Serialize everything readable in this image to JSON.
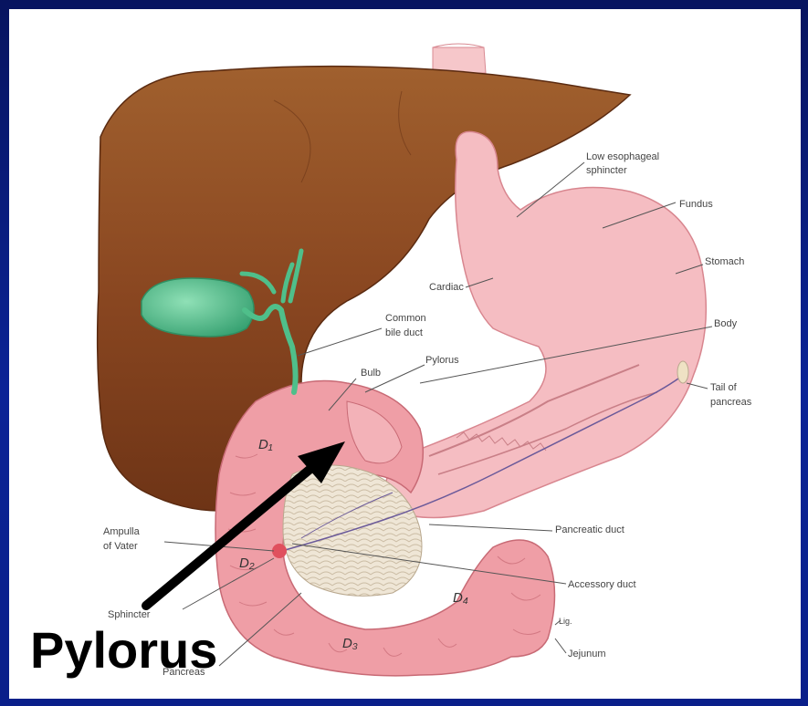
{
  "labels": {
    "lower_esophageal_sphincter": [
      "Low esophageal",
      "sphincter"
    ],
    "fundus": "Fundus",
    "stomach": "Stomach",
    "cardiac": "Cardiac",
    "body": "Body",
    "common_bile_duct": [
      "Common",
      "bile duct"
    ],
    "bulb": "Bulb",
    "pylorus_small": "Pylorus",
    "tail_of_pancreas": [
      "Tail of",
      "pancreas"
    ],
    "ampulla_of_vater": [
      "Ampulla",
      "of Vater"
    ],
    "pancreatic_duct": "Pancreatic duct",
    "accessory_duct": "Accessory duct",
    "sphincter": "Sphincter",
    "pancreas": "Pancreas",
    "jejunum": "Jejunum",
    "lig": "Lig.",
    "d1": "D₁",
    "d2": "D₂",
    "d3": "D₃",
    "d4": "D₄"
  },
  "callout": "Pylorus",
  "colors": {
    "background": "#0a1f86",
    "liver": "#8b4a22",
    "stomach": "#f4b9bd",
    "duodenum": "#ee9aa2",
    "gallbladder": "#4fbf8a",
    "pancreas": "#ece3d2"
  }
}
